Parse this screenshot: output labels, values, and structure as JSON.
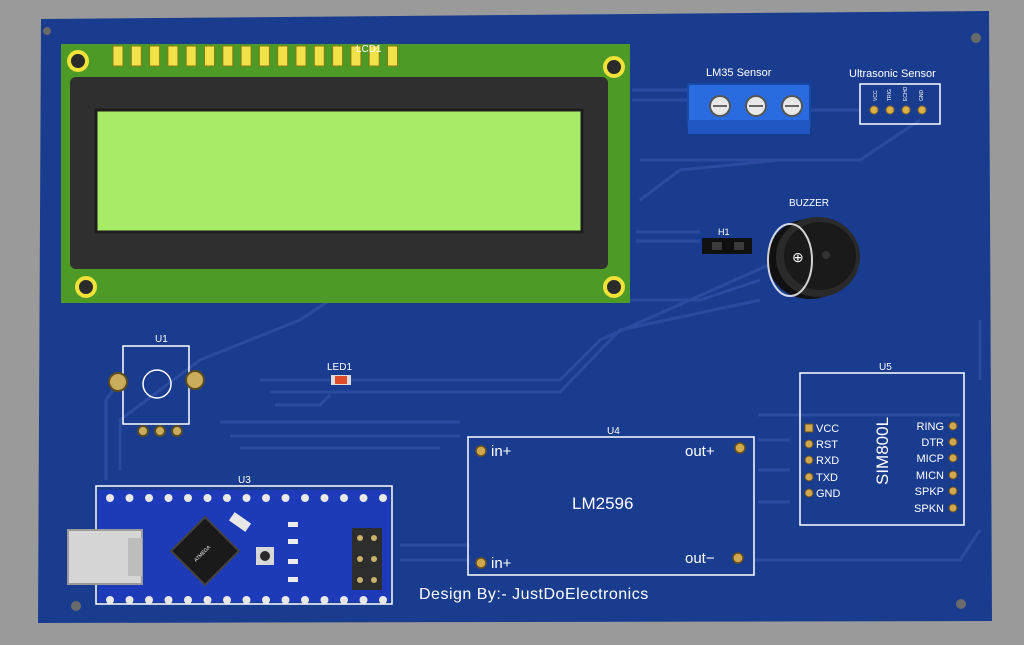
{
  "board": {
    "pcb_color": "#1a3c8f",
    "trace_color": "#27489c",
    "silk_color": "#ffffff",
    "background": "#9a9a9a"
  },
  "lcd": {
    "label": "LCD1",
    "bezel_color": "#2f2f2f",
    "screen_color": "#a6ec66",
    "pcb_color": "#4d9a26"
  },
  "lm35": {
    "label": "LM35 Sensor"
  },
  "ultrasonic": {
    "label": "Ultrasonic Sensor",
    "pins": [
      "VCC",
      "TRIG",
      "ECHO",
      "GND"
    ]
  },
  "buzzer": {
    "label": "BUZZER",
    "symbol": "⊕"
  },
  "header_h1": {
    "label": "H1"
  },
  "u1": {
    "label": "U1"
  },
  "led1": {
    "label": "LED1"
  },
  "u4": {
    "label": "U4",
    "title": "LM2596",
    "pins": {
      "in_top": "in+",
      "in_bottom": "in+",
      "out_top": "out+",
      "out_bottom": "out−"
    }
  },
  "u5": {
    "label": "U5",
    "title": "SIM800L",
    "left_pins": [
      "VCC",
      "RST",
      "RXD",
      "TXD",
      "GND"
    ],
    "right_pins": [
      "RING",
      "DTR",
      "MICP",
      "MICN",
      "SPKP",
      "SPKN"
    ]
  },
  "u3": {
    "label": "U3",
    "chip_text": "ATMEGA"
  },
  "credit": "Design By:- JustDoElectronics"
}
